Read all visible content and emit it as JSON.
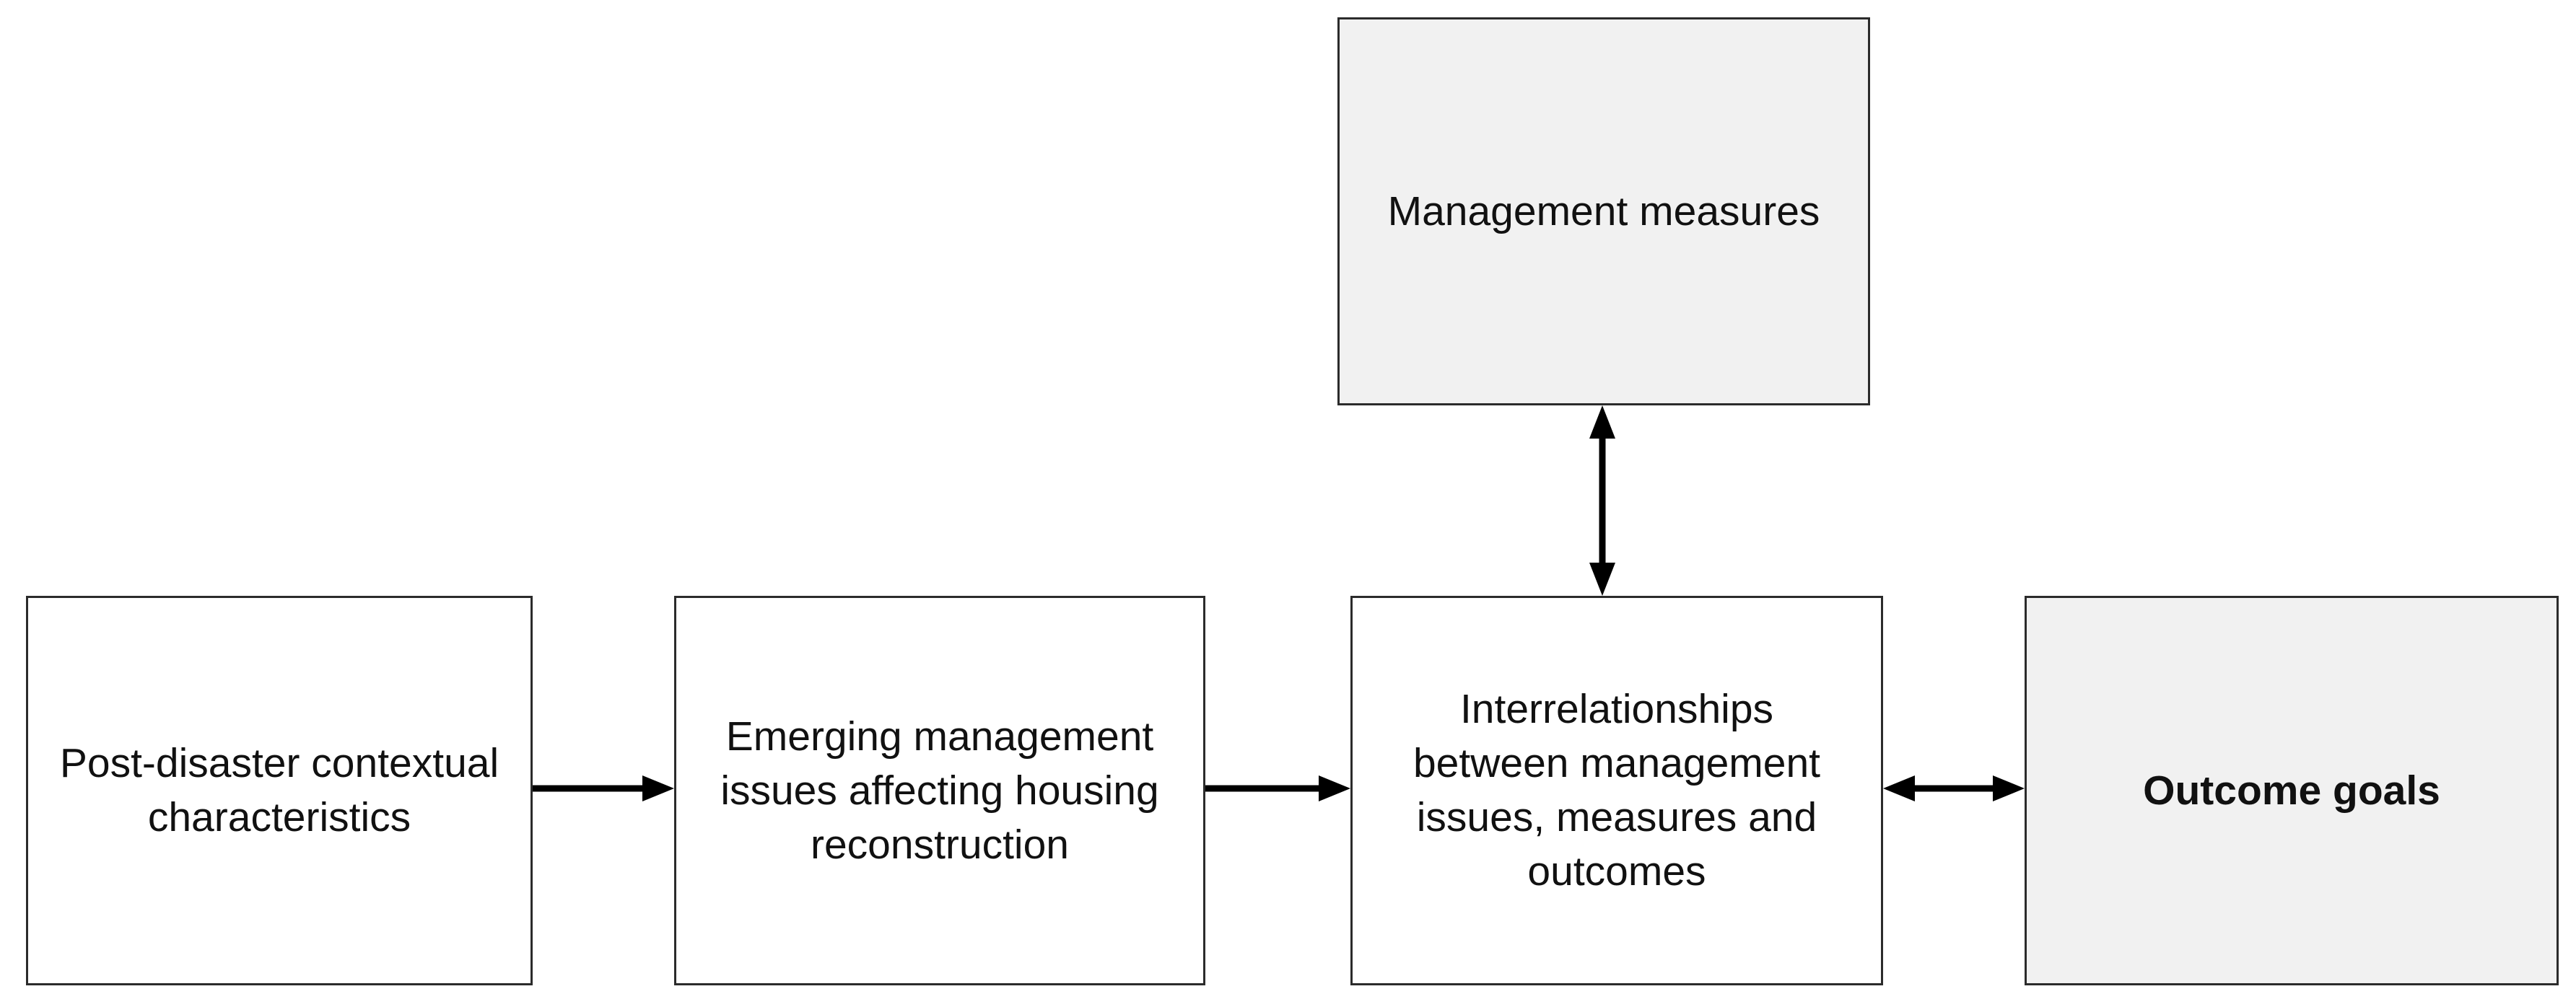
{
  "diagram": {
    "boxes": {
      "post_disaster": "Post-disaster contextual characteristics",
      "emerging": "Emerging management issues affecting housing reconstruction",
      "interrelationships": "Interrelationships between management issues, measures and outcomes",
      "outcome": "Outcome goals",
      "measures": "Management measures"
    },
    "colors": {
      "box_border": "#2b2b2b",
      "highlight_fill": "#f1f1f1",
      "plain_fill": "#ffffff",
      "arrow": "#000000"
    }
  }
}
